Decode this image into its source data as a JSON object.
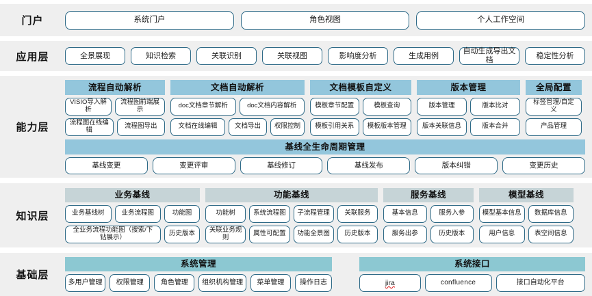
{
  "layers": [
    {
      "id": "portal",
      "label": "门户",
      "nodes": [
        "系统门户",
        "角色视图",
        "个人工作空间"
      ]
    },
    {
      "id": "application",
      "label": "应用层",
      "nodes": [
        "全景展现",
        "知识检索",
        "关联识别",
        "关联视图",
        "影响度分析",
        "生成用例",
        "自动生成导出文档",
        "稳定性分析"
      ]
    },
    {
      "id": "capability",
      "label": "能力层",
      "groups": [
        {
          "title": "流程自动解析",
          "rows": [
            [
              "VISIO导入解析",
              "流程图前端展\n示"
            ],
            [
              "流程图在线编辑",
              "流程图导出"
            ]
          ]
        },
        {
          "title": "文档自动解析",
          "rows": [
            [
              "doc文档章节解析",
              "doc文档内容解析"
            ],
            [
              "文档在线编辑",
              "文档导出",
              "权限控制"
            ]
          ]
        },
        {
          "title": "文档模板自定义",
          "rows": [
            [
              "模板章节配置",
              "模板查询"
            ],
            [
              "模板引用关系",
              "模板版本管理"
            ]
          ]
        },
        {
          "title": "版本管理",
          "rows": [
            [
              "版本管理",
              "版本比对"
            ],
            [
              "版本关联信息",
              "版本合并"
            ]
          ]
        },
        {
          "title": "全局配置",
          "rows": [
            [
              "标签管理/自定\n义"
            ],
            [
              "产品管理"
            ]
          ]
        }
      ],
      "lifecycle": {
        "title": "基线全生命周期管理",
        "nodes": [
          "基线变更",
          "变更评审",
          "基线修订",
          "基线发布",
          "版本纠错",
          "变更历史"
        ]
      }
    },
    {
      "id": "knowledge",
      "label": "知识层",
      "groups": [
        {
          "title": "业务基线",
          "rows": [
            [
              "业务基线树",
              "业务流程图",
              "功能图"
            ],
            [
              "全业务流程功能图（搜索/下\n钻展示）",
              "历史版本"
            ]
          ]
        },
        {
          "title": "功能基线",
          "rows": [
            [
              "功能树",
              "系统流程图",
              "子流程管理",
              "关联服务"
            ],
            [
              "关联业务规则",
              "属性可配置",
              "功能全景图",
              "历史版本"
            ]
          ]
        },
        {
          "title": "服务基线",
          "rows": [
            [
              "基本信息",
              "服务入参"
            ],
            [
              "服务出参",
              "历史版本"
            ]
          ]
        },
        {
          "title": "模型基线",
          "rows": [
            [
              "模型基本信息",
              "数据库信息"
            ],
            [
              "用户信息",
              "表空间信息"
            ]
          ]
        }
      ]
    },
    {
      "id": "base",
      "label": "基础层",
      "groups": [
        {
          "title": "系统管理",
          "rows": [
            [
              "多用户管理",
              "权限管理",
              "角色管理",
              "组织机构管理",
              "菜单管理",
              "操作日志"
            ]
          ]
        },
        {
          "title": "系统接口",
          "rows": [
            [
              "jira",
              "confluence",
              "接口自动化平台"
            ]
          ]
        }
      ]
    }
  ],
  "colors": {
    "band_background": "#efefef",
    "page_background": "#ffffff",
    "node_border": "#2e6a87",
    "capability_header": "#93c6dc",
    "knowledge_header": "#c6d4d7",
    "base_header": "#8cc8d2",
    "spellcheck_underline": "#e03131"
  },
  "spellcheck": {
    "misspelled_terms": [
      "jira"
    ]
  }
}
